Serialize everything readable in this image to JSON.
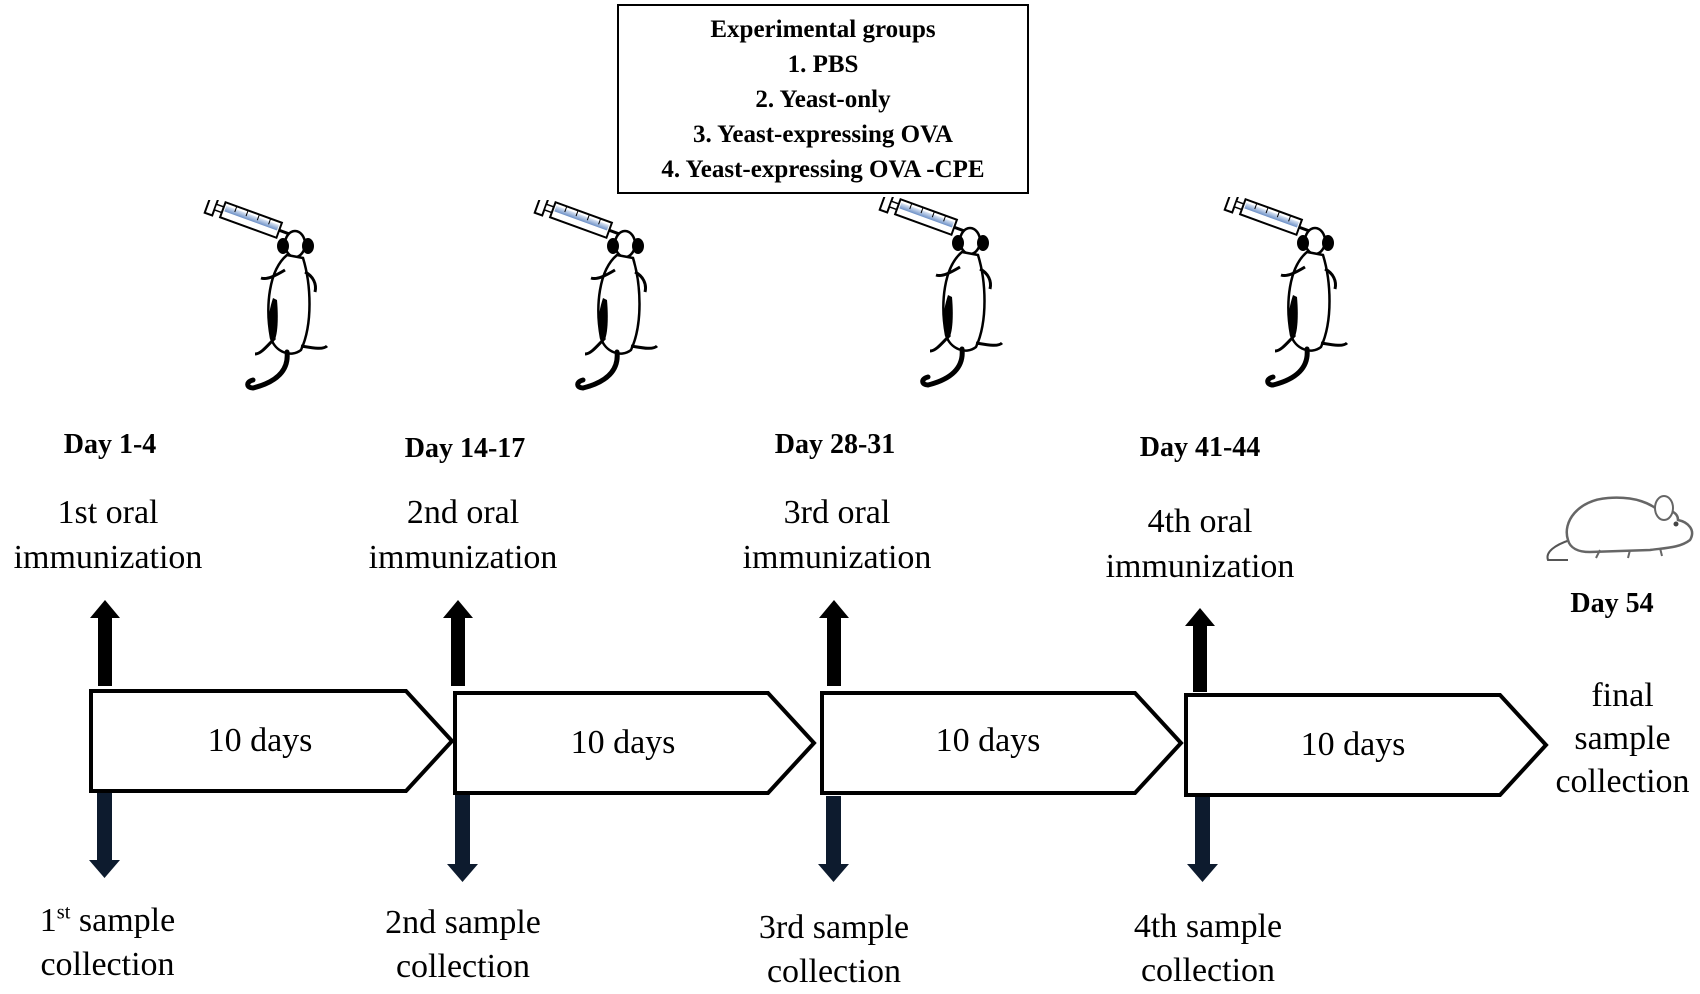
{
  "groups": {
    "title": "Experimental groups",
    "items": [
      "1. PBS",
      "2. Yeast-only",
      "3. Yeast-expressing OVA",
      "4. Yeast-expressing OVA -CPE"
    ]
  },
  "timepoints": [
    {
      "day": "Day 1-4",
      "immunization": [
        "1st oral",
        "immunization"
      ],
      "sample_ordinal": "1",
      "sample_sup": "st",
      "sample_rest": " sample",
      "sample_line2": "collection"
    },
    {
      "day": "Day 14-17",
      "immunization": [
        "2nd oral",
        "immunization"
      ],
      "sample_ordinal": "2nd",
      "sample_sup": "",
      "sample_rest": " sample",
      "sample_line2": "collection"
    },
    {
      "day": "Day 28-31",
      "immunization": [
        "3rd oral",
        "immunization"
      ],
      "sample_ordinal": "3rd",
      "sample_sup": "",
      "sample_rest": " sample",
      "sample_line2": "collection"
    },
    {
      "day": "Day 41-44",
      "immunization": [
        "4th oral",
        "immunization"
      ],
      "sample_ordinal": "4th",
      "sample_sup": "",
      "sample_rest": " sample",
      "sample_line2": "collection"
    }
  ],
  "intervals": [
    "10 days",
    "10 days",
    "10 days",
    "10 days"
  ],
  "final": {
    "day": "Day 54",
    "label": [
      "final",
      "sample",
      "collection"
    ]
  },
  "icons": {
    "dosing": "mouse-oral-gavage-icon",
    "final": "mouse-icon"
  },
  "colors": {
    "line": "#000000",
    "syringe": "#6b8fc6",
    "down_arrow": "#0d1b2e"
  }
}
